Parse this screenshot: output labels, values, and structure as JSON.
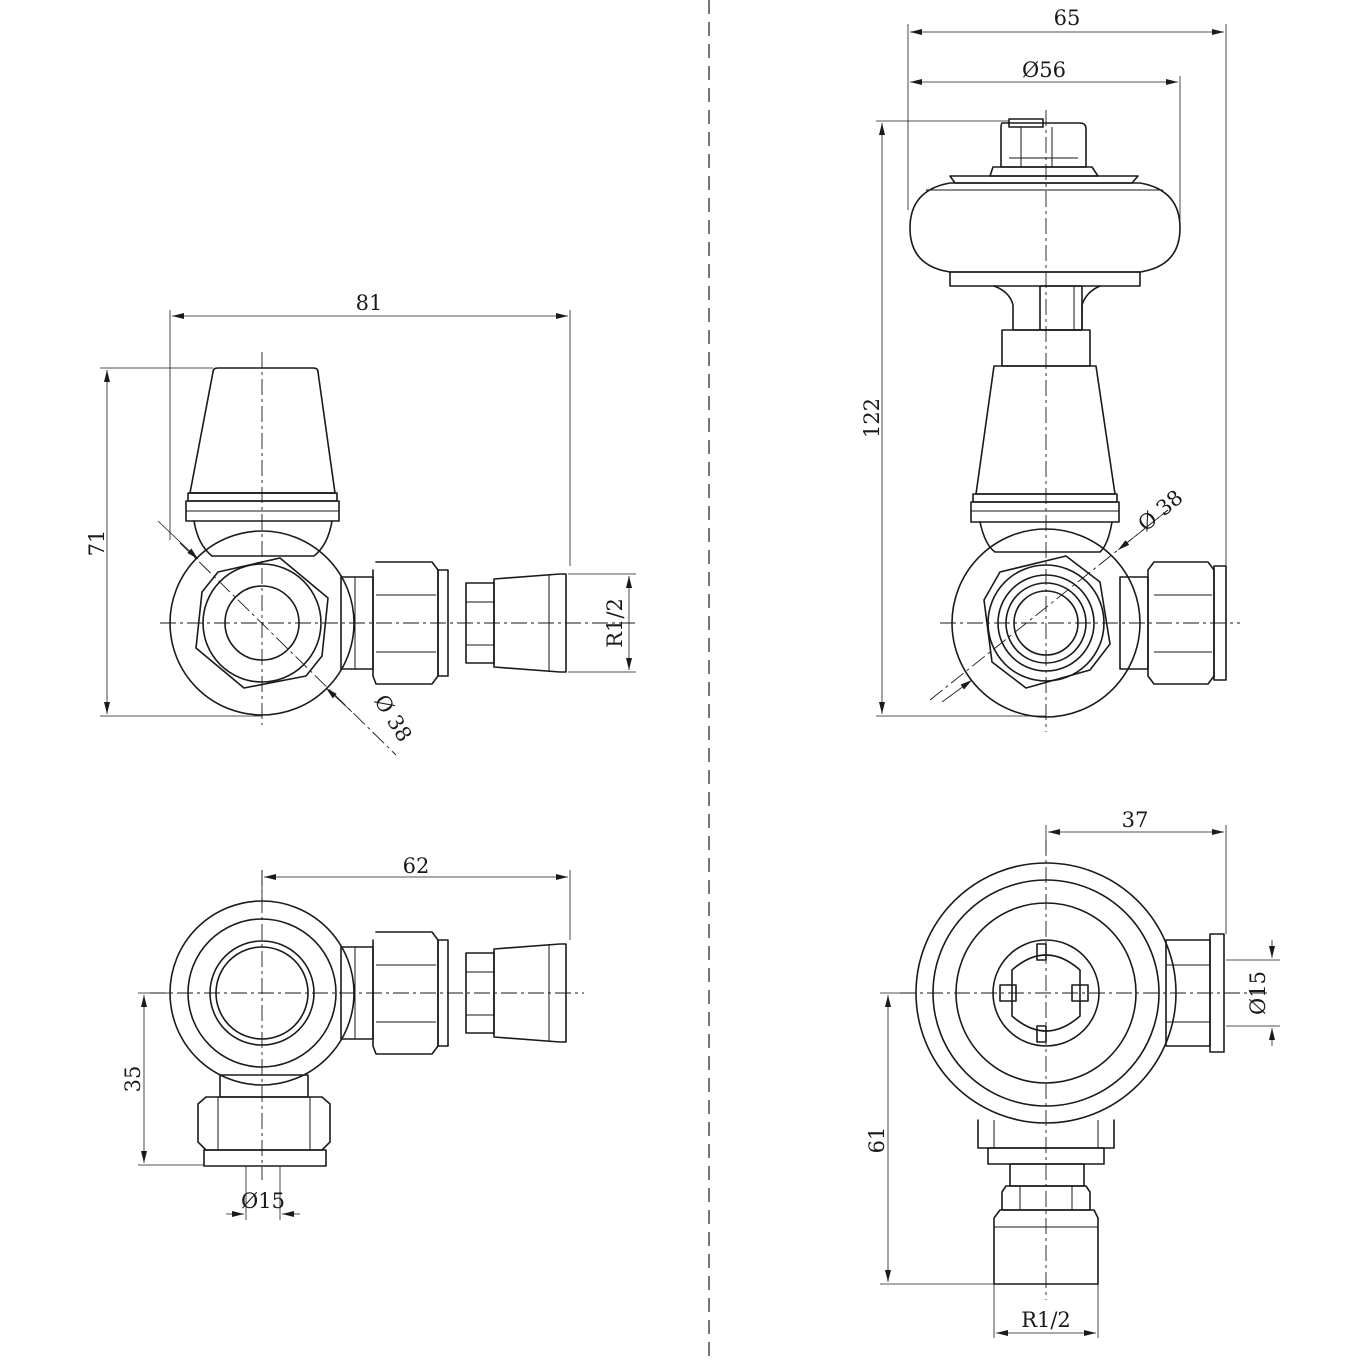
{
  "colors": {
    "ink": "#1a1a1a",
    "background": "#ffffff"
  },
  "dimensions": {
    "front_width": "81",
    "front_height": "71",
    "front_thread": "R1/2",
    "front_body_diameter": "Ø 38",
    "side_width": "65",
    "side_head_diameter": "Ø56",
    "side_height": "122",
    "side_body_diameter": "Ø 38",
    "bottom_left_width": "62",
    "bottom_left_drop": "35",
    "bottom_left_pipe": "Ø15",
    "top_view_offset": "37",
    "top_view_pipe": "Ø15",
    "top_view_drop": "61",
    "top_view_thread": "R1/2"
  }
}
